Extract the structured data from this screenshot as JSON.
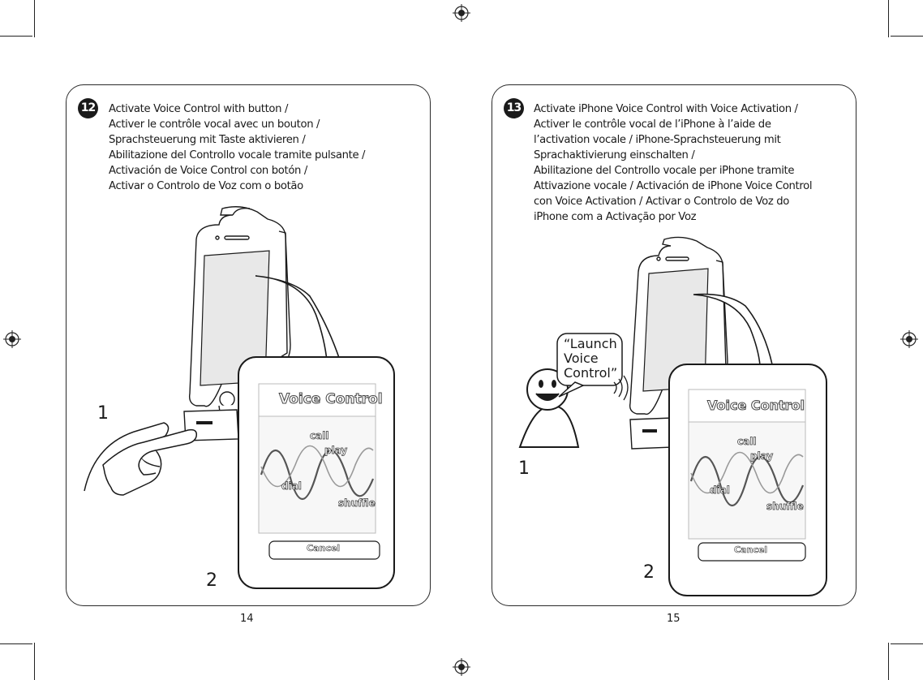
{
  "left_page": {
    "step_number": "12",
    "instructions": [
      "Activate Voice Control with button /",
      "Activer le contrôle vocal avec un bouton /",
      "Sprachsteuerung mit Taste aktivieren /",
      "Abilitazione del Controllo vocale tramite pulsante /",
      "Activación de Voice Control con botón /",
      "Activar o Controlo de Voz com o botão"
    ],
    "callout_1": "1",
    "callout_2": "2",
    "page_number": "14"
  },
  "right_page": {
    "step_number": "13",
    "instructions": [
      "Activate iPhone Voice Control with Voice Activation /",
      "Activer le contrôle vocal de l’iPhone à l’aide de",
      "l’activation vocale  / iPhone-Sprachsteuerung mit",
      "Sprachaktivierung einschalten /",
      "Abilitazione del Controllo vocale per iPhone tramite",
      "Attivazione vocale / Activación de iPhone Voice Control",
      "con Voice Activation / Activar o Controlo de Voz do",
      "iPhone com a Activação por Voz"
    ],
    "speech_lines": [
      "“Launch",
      "Voice",
      "Control”"
    ],
    "callout_1": "1",
    "callout_2": "2",
    "page_number": "15"
  },
  "voice_control_screen": {
    "title": "Voice Control",
    "words": [
      "call",
      "play",
      "dial",
      "shuffle"
    ],
    "cancel_label": "Cancel"
  }
}
